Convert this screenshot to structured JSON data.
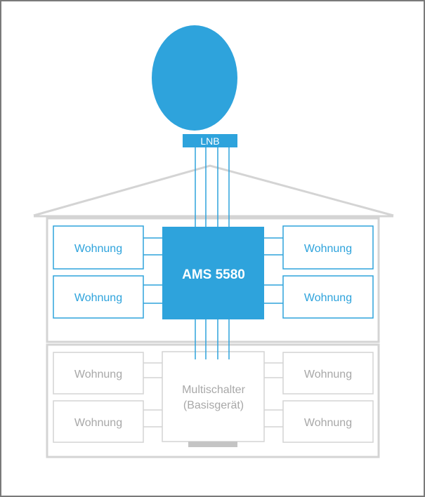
{
  "lnb": {
    "label": "LNB"
  },
  "upper_floor": {
    "device_label": "AMS 5580",
    "units": [
      "Wohnung",
      "Wohnung",
      "Wohnung",
      "Wohnung"
    ]
  },
  "lower_floor": {
    "device_label_line1": "Multischalter",
    "device_label_line2": "(Basisgerät)",
    "units": [
      "Wohnung",
      "Wohnung",
      "Wohnung",
      "Wohnung"
    ]
  },
  "colors": {
    "accent": "#2ea3dc",
    "structure_gray": "#d4d4d4",
    "text_gray": "#a8a8a8",
    "frame": "#7a7a7a"
  }
}
